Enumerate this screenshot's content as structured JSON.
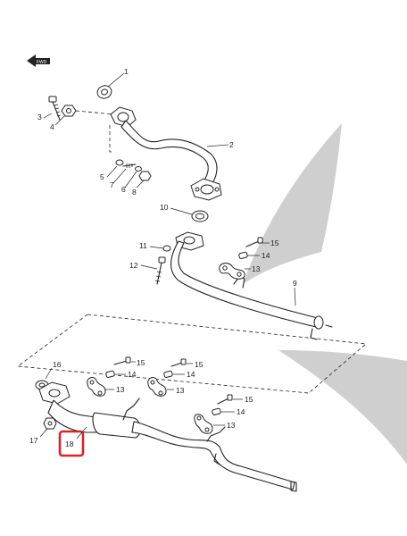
{
  "diagram": {
    "front_mark": "FWD",
    "callouts": {
      "c1": "1",
      "c2": "2",
      "c3": "3",
      "c4": "4",
      "c5": "5",
      "c6": "6",
      "c7": "7",
      "c8": "8",
      "c9": "9",
      "c10": "10",
      "c11": "11",
      "c12": "12",
      "c13a": "13",
      "c13b": "13",
      "c13c": "13",
      "c13d": "13",
      "c14a": "14",
      "c14b": "14",
      "c14c": "14",
      "c14d": "14",
      "c15a": "15",
      "c15b": "15",
      "c15c": "15",
      "c15d": "15",
      "c16": "16",
      "c17": "17",
      "c18": "18"
    },
    "highlighted_callout": "18",
    "colors": {
      "line": "#222222",
      "highlight": "#d8232a",
      "watermark": "#cfcfcf"
    }
  }
}
